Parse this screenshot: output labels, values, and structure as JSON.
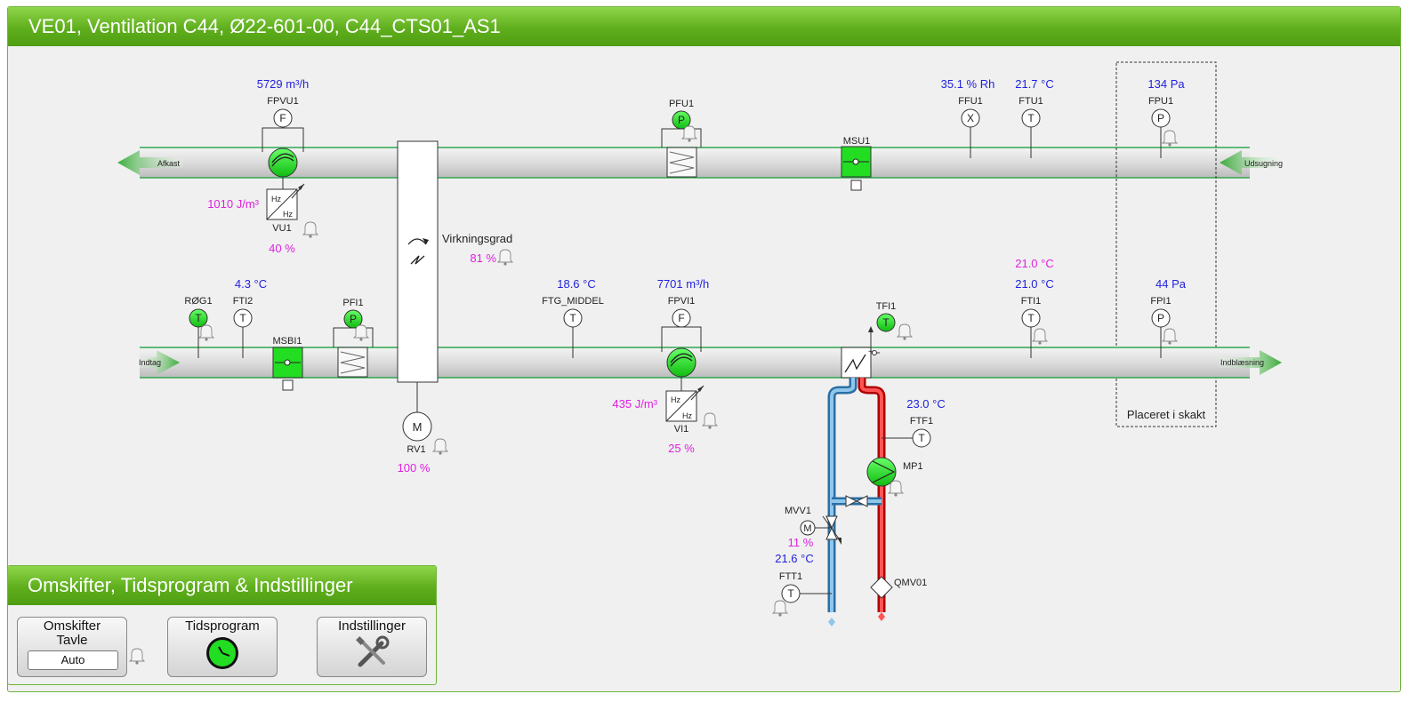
{
  "header": {
    "title": "VE01, Ventilation C44, Ø22-601-00, C44_CTS01_AS1"
  },
  "exhaust_duct": {
    "left_arrow_label": "Afkast",
    "right_arrow_label": "Udsugning",
    "fan_flow": {
      "tag": "FPVU1",
      "icon": "F",
      "value": "5729 m³/h"
    },
    "fan_energy": "1010 J/m³",
    "vfd": {
      "tag": "VU1",
      "percent": "40 %",
      "hz_label": "Hz"
    },
    "filter_pressure": {
      "tag": "PFU1",
      "icon": "P"
    },
    "damper": {
      "tag": "MSU1"
    },
    "humidity": {
      "tag": "FFU1",
      "icon": "X",
      "value": "35.1 % Rh"
    },
    "temperature": {
      "tag": "FTU1",
      "icon": "T",
      "value": "21.7 °C"
    },
    "pressure": {
      "tag": "FPU1",
      "icon": "P",
      "value": "134 Pa"
    }
  },
  "heat_recovery": {
    "efficiency_label": "Virkningsgrad",
    "efficiency_value": "81 %",
    "motor": {
      "tag": "RV1",
      "icon": "M",
      "percent": "100 %"
    }
  },
  "supply_duct": {
    "left_arrow_label": "Indtag",
    "right_arrow_label": "Indblæsning",
    "smoke": {
      "tag": "RØG1",
      "icon": "T"
    },
    "outdoor_temp": {
      "tag": "FTI2",
      "icon": "T",
      "value": "4.3 °C"
    },
    "damper": {
      "tag": "MSBI1"
    },
    "filter_pressure": {
      "tag": "PFI1",
      "icon": "P"
    },
    "mean_temp": {
      "tag": "FTG_MIDDEL",
      "icon": "T",
      "value": "18.6 °C"
    },
    "fan_flow": {
      "tag": "FPVI1",
      "icon": "F",
      "value": "7701 m³/h"
    },
    "fan_energy": "435 J/m³",
    "vfd": {
      "tag": "VI1",
      "percent": "25 %",
      "hz_label": "Hz"
    },
    "frost": {
      "tag": "TFI1",
      "icon": "T"
    },
    "supply_temp": {
      "tag": "FTI1",
      "icon": "T",
      "value": "21.0 °C",
      "setpoint": "21.0 °C"
    },
    "pressure": {
      "tag": "FPI1",
      "icon": "P",
      "value": "44 Pa"
    }
  },
  "shaft_box": {
    "label": "Placeret i skakt"
  },
  "heating_circuit": {
    "forward_temp": {
      "tag": "FTF1",
      "icon": "T",
      "value": "23.0 °C"
    },
    "pump": {
      "tag": "MP1"
    },
    "valve": {
      "tag": "MVV1",
      "icon": "M",
      "percent": "11 %"
    },
    "return_temp": {
      "tag": "FTT1",
      "icon": "T",
      "value": "21.6 °C"
    },
    "meter": {
      "tag": "QMV01"
    }
  },
  "settings": {
    "title": "Omskifter, Tidsprogram & Indstillinger",
    "switch_label_1": "Omskifter",
    "switch_label_2": "Tavle",
    "switch_mode": "Auto",
    "schedule_label": "Tidsprogram",
    "settings_label": "Indstillinger"
  },
  "colors": {
    "header_green": "#5fae1d",
    "active_green": "#22dd22",
    "value_blue": "#2222dd",
    "value_pink": "#e020e0",
    "cold_pipe": "#5a9fd4",
    "hot_pipe": "#dd2222"
  }
}
